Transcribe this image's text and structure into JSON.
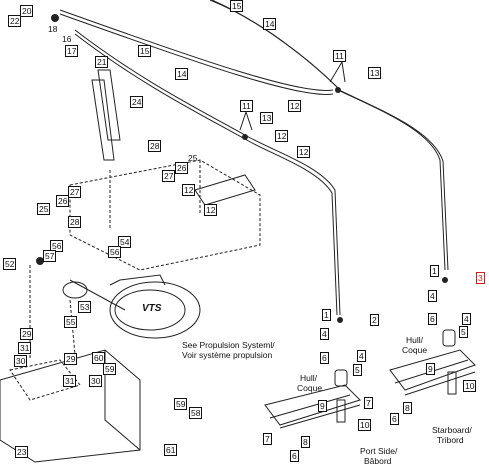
{
  "callouts": {
    "c20": "20",
    "c22": "22",
    "c18": "18",
    "c16": "16",
    "c17": "17",
    "c15a": "15",
    "c14a": "14",
    "c15b": "15",
    "c21": "21",
    "c14b": "14",
    "c24": "24",
    "c11a": "11",
    "c13a": "13",
    "c11b": "11",
    "c13b": "13",
    "c12a": "12",
    "c12b": "12",
    "c12c": "12",
    "c12d": "12",
    "c28a": "28",
    "c26": "26",
    "c25a": "25",
    "c27a": "27",
    "c27b": "27",
    "c25b": "25",
    "c26b": "26",
    "c28b": "28",
    "c54": "54",
    "c56a": "56",
    "c56b": "56",
    "c57": "57",
    "c52": "52",
    "c53": "53",
    "c55": "55",
    "c29a": "29",
    "c31": "31",
    "c30a": "30",
    "c29b": "29",
    "c60": "60",
    "c59a": "59",
    "c31b": "31",
    "c30b": "30",
    "c59b": "59",
    "c58": "58",
    "c23": "23",
    "c61": "61",
    "c1a": "1",
    "c4a": "4",
    "c6a": "6",
    "c2": "2",
    "c4b": "4",
    "c5a": "5",
    "c9a": "9",
    "c10a": "10",
    "c1b": "1",
    "c4c": "4",
    "c6b": "6",
    "c3": "3",
    "c4d": "4",
    "c5b": "5",
    "c9b": "9",
    "c10b": "10",
    "c7a": "7",
    "c8a": "8",
    "c6c": "6",
    "c7b": "7",
    "c8b": "8",
    "c6d": "6"
  },
  "labels": {
    "see_propulsion_1": "See Propulsion Systeml/",
    "see_propulsion_2": "Voir système propulsion",
    "hull_coque_left_1": "Hull/",
    "hull_coque_left_2": "Coque",
    "hull_coque_right_1": "Hull/",
    "hull_coque_right_2": "Coque",
    "port_side_1": "Port Side/",
    "port_side_2": "Bâbord",
    "starboard_1": "Starboard/",
    "starboard_2": "Tribord",
    "vts_logo": "VTS"
  },
  "colors": {
    "highlight": "#d0201b",
    "ink": "#111111"
  }
}
